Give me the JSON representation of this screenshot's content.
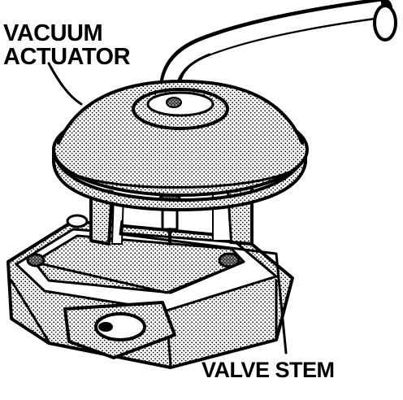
{
  "labels": {
    "actuator_line1": "VACUUM",
    "actuator_line2": "ACTUATOR",
    "valve_stem": "VALVE STEM"
  },
  "colors": {
    "ink": "#000000",
    "paper": "#ffffff",
    "stipple": "#6f6f6f"
  }
}
